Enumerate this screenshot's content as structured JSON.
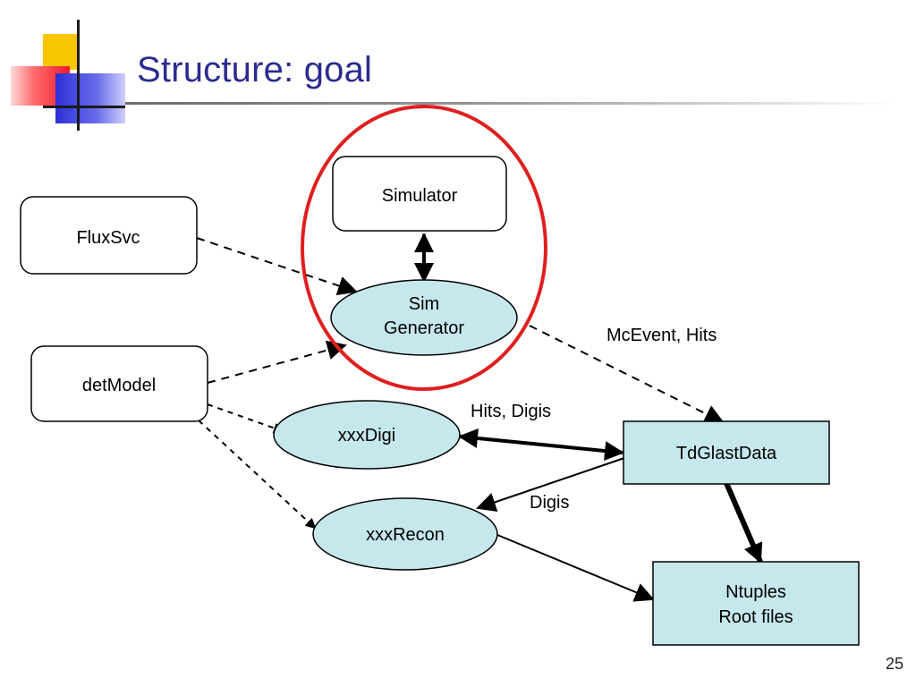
{
  "slide": {
    "title": "Structure: goal",
    "page_number": "25"
  },
  "diagram": {
    "nodes": {
      "simulator": "Simulator",
      "fluxsvc": "FluxSvc",
      "detmodel": "detModel",
      "simgen_line1": "Sim",
      "simgen_line2": "Generator",
      "xxxdigi": "xxxDigi",
      "xxxrecon": "xxxRecon",
      "tdglastdata": "TdGlastData",
      "ntuples_line1": "Ntuples",
      "ntuples_line2": "Root files"
    },
    "edge_labels": {
      "mcevent_hits": "McEvent, Hits",
      "hits_digis": "Hits, Digis",
      "digis": "Digis"
    },
    "colors": {
      "node_fill_cyan": "#c6e7ec",
      "highlight_ring": "#e01f1f"
    }
  }
}
